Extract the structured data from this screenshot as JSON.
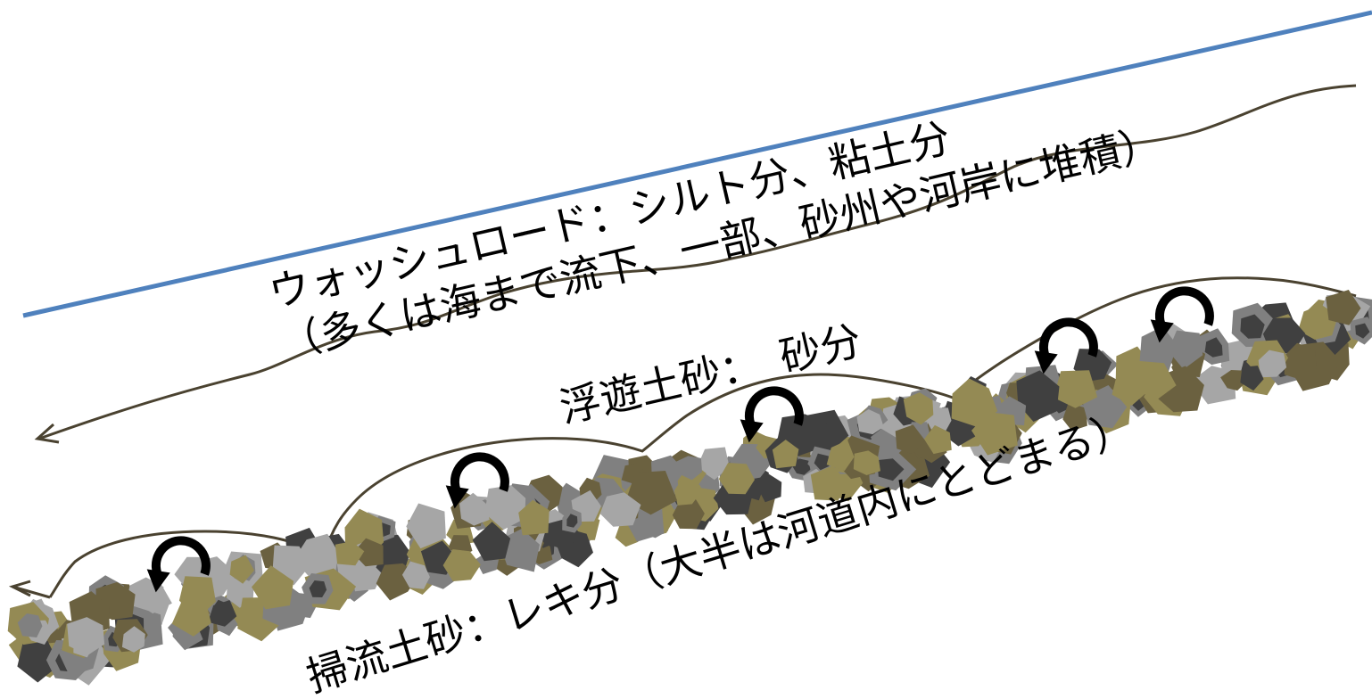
{
  "colors": {
    "water_surface": "#4f81bd",
    "path_line": "#4a4230",
    "stone_light": "#a6a6a6",
    "stone_mid": "#808080",
    "stone_dark": "#404040",
    "stone_khaki": "#948a54",
    "stone_olive": "#6b6140"
  },
  "labels": {
    "washload_line1": "ウォッシュロード：シルト分、粘土分",
    "washload_line2": "（多くは海まで流下、一部、砂州や河岸に堆積）",
    "suspended": "浮遊土砂：　砂分",
    "bedload": "掃流土砂：レキ分（大半は河道内にとどまる）"
  },
  "icons": {
    "flow_arrow": "arrow-head-left-icon",
    "rolling": "rotation-arrow-icon"
  }
}
